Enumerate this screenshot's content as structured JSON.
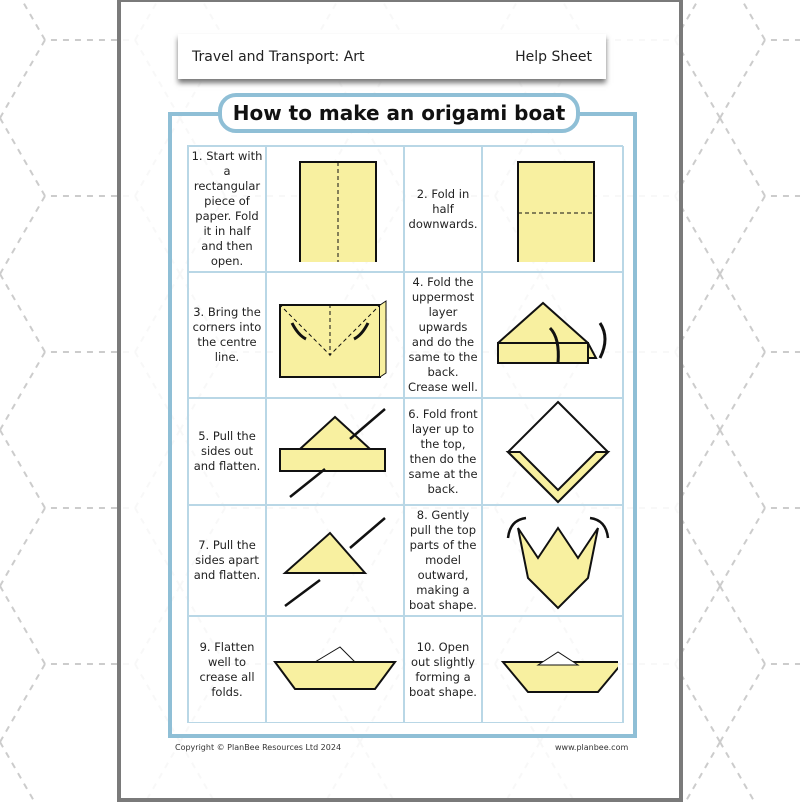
{
  "header": {
    "topic": "Travel and Transport: Art",
    "sheet_type": "Help Sheet"
  },
  "title": "How to make an origami boat",
  "steps": [
    {
      "text": "1. Start with a rectangular piece of paper. Fold it in half and then open."
    },
    {
      "text": "2. Fold in half downwards."
    },
    {
      "text": "3. Bring the corners into the centre line."
    },
    {
      "text": "4. Fold the uppermost layer upwards and do the same to the back. Crease well."
    },
    {
      "text": "5. Pull the sides out and flatten."
    },
    {
      "text": "6. Fold front layer up to the top, then do the same at the back."
    },
    {
      "text": "7. Pull the sides apart and flatten."
    },
    {
      "text": "8. Gently pull the top parts of the model outward, making a boat shape."
    },
    {
      "text": "9. Flatten well to crease all folds."
    },
    {
      "text": "10. Open out slightly forming a boat shape."
    }
  ],
  "footer": {
    "copyright": "Copyright © PlanBee Resources Ltd 2024",
    "website": "www.planbee.com"
  },
  "colors": {
    "paper": "#f8f0a0",
    "frame": "#8fbfd6",
    "border": "#7a7a7a"
  }
}
